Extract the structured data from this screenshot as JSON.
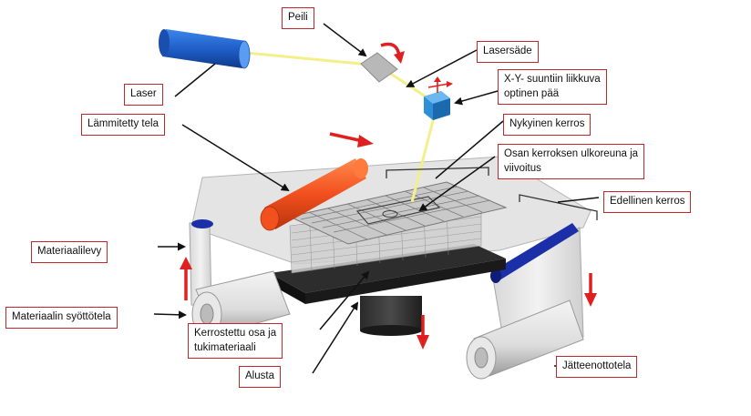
{
  "labels": {
    "peili": "Peili",
    "lasersade": "Lasersäde",
    "laser": "Laser",
    "optinen_paa_1": "X-Y- suuntiin liikkuva",
    "optinen_paa_2": "optinen pää",
    "lammitetty_tela": "Lämmitetty tela",
    "nykyinen_kerros": "Nykyinen kerros",
    "ulkoreuna_1": "Osan kerroksen ulkoreuna ja",
    "ulkoreuna_2": "viivoitus",
    "edellinen_kerros": "Edellinen kerros",
    "materiaalilevy": "Materiaalilevy",
    "syottotela": "Materiaalin syöttötela",
    "kerrostettu_1": "Kerrostettu osa ja",
    "kerrostettu_2": "tukimateriaali",
    "alusta": "Alusta",
    "jatteenottotela": "Jätteenottotela"
  },
  "colors": {
    "label_border": "#c0272d",
    "laser_body": "#1f5fc8",
    "laser_beam": "#f3ef8a",
    "heated_roller": "#f2501e",
    "arrow_red": "#e02020",
    "optical_head": "#2d8fd6",
    "roller_blue_band": "#1a2fa8"
  }
}
